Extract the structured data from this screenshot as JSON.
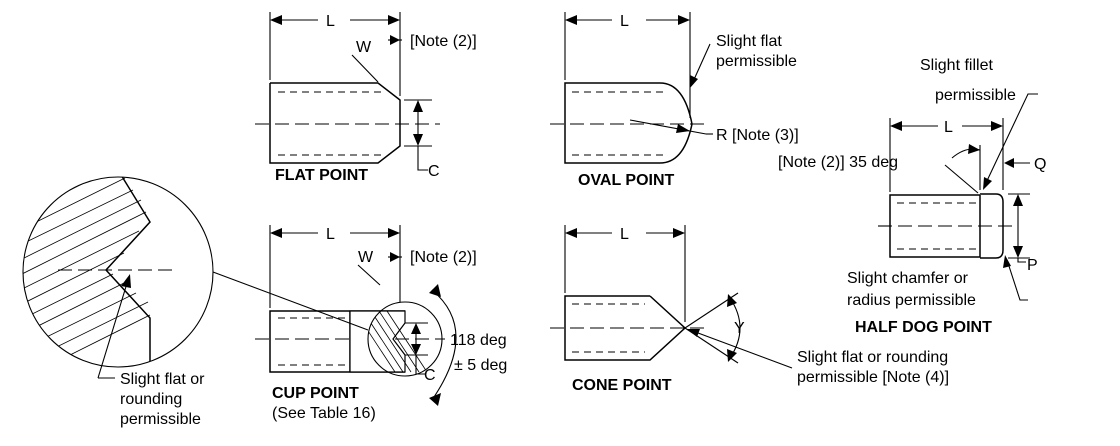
{
  "labels": {
    "flat_title": "FLAT POINT",
    "oval_title": "OVAL POINT",
    "cup_title": "CUP POINT",
    "cup_subtitle": "(See Table 16)",
    "cone_title": "CONE POINT",
    "halfdog_title": "HALF DOG POINT",
    "L": "L",
    "W": "W",
    "C": "C",
    "R": "R",
    "Y": "Y",
    "P": "P",
    "Q": "Q",
    "note2": "[Note (2)]",
    "note3_r": "R [Note (3)]",
    "note2_35": "[Note (2)] 35 deg",
    "slight_flat": "Slight flat",
    "permissible": "permissible",
    "slight_fillet": "Slight fillet",
    "slight_chamfer": "Slight chamfer or",
    "radius_permissible": "radius permissible",
    "slight_flat_or": "Slight flat or",
    "rounding": "rounding",
    "slight_flat_rounding": "Slight flat or rounding",
    "permissible_note4": "permissible [Note (4)]",
    "angle_118": "118 deg",
    "angle_tol": "± 5 deg"
  }
}
